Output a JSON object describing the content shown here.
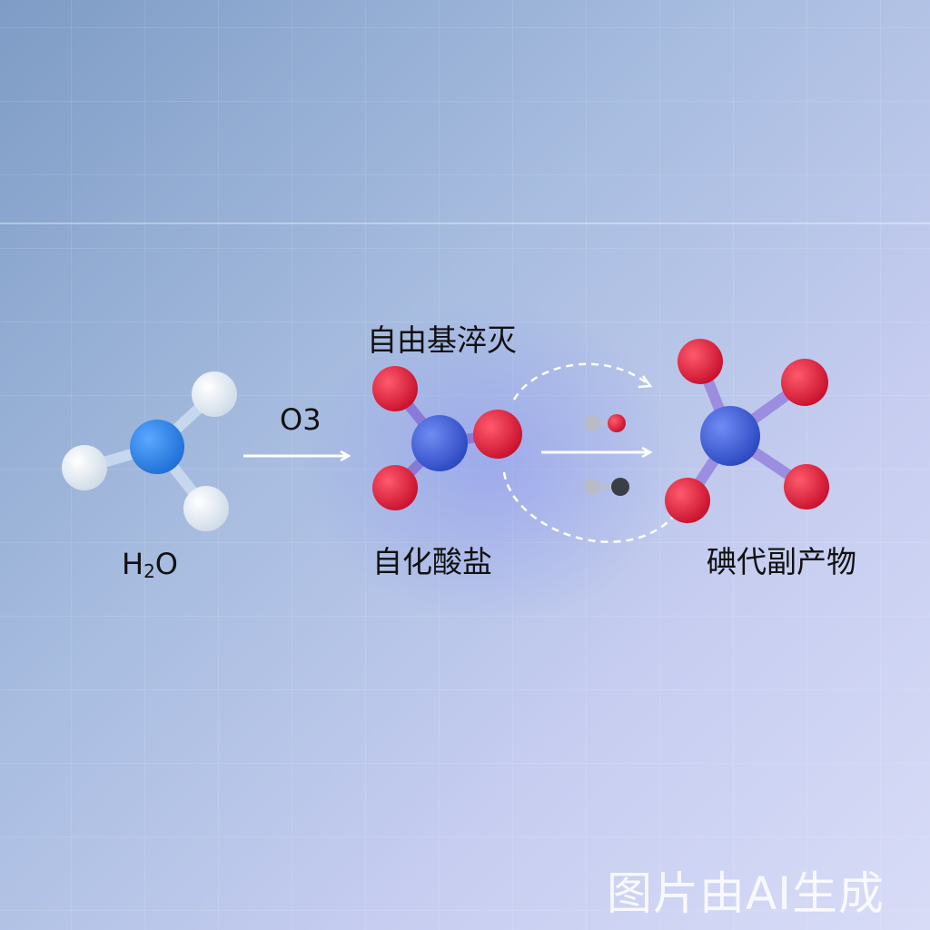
{
  "labels": {
    "water": "H",
    "water_sub": "2",
    "water_tail": "O",
    "ozone": "O3",
    "quench": "自由基淬灭",
    "iodate": "自化酸盐",
    "byproduct": "碘代副产物"
  },
  "watermark": "图片由AI生成",
  "colors": {
    "oxygen": "#e2243f",
    "central_atom": "#3f63d8",
    "water_center": "#2f86e8",
    "hydrogen": "#e8eef4",
    "arrow": "#ffffff"
  }
}
